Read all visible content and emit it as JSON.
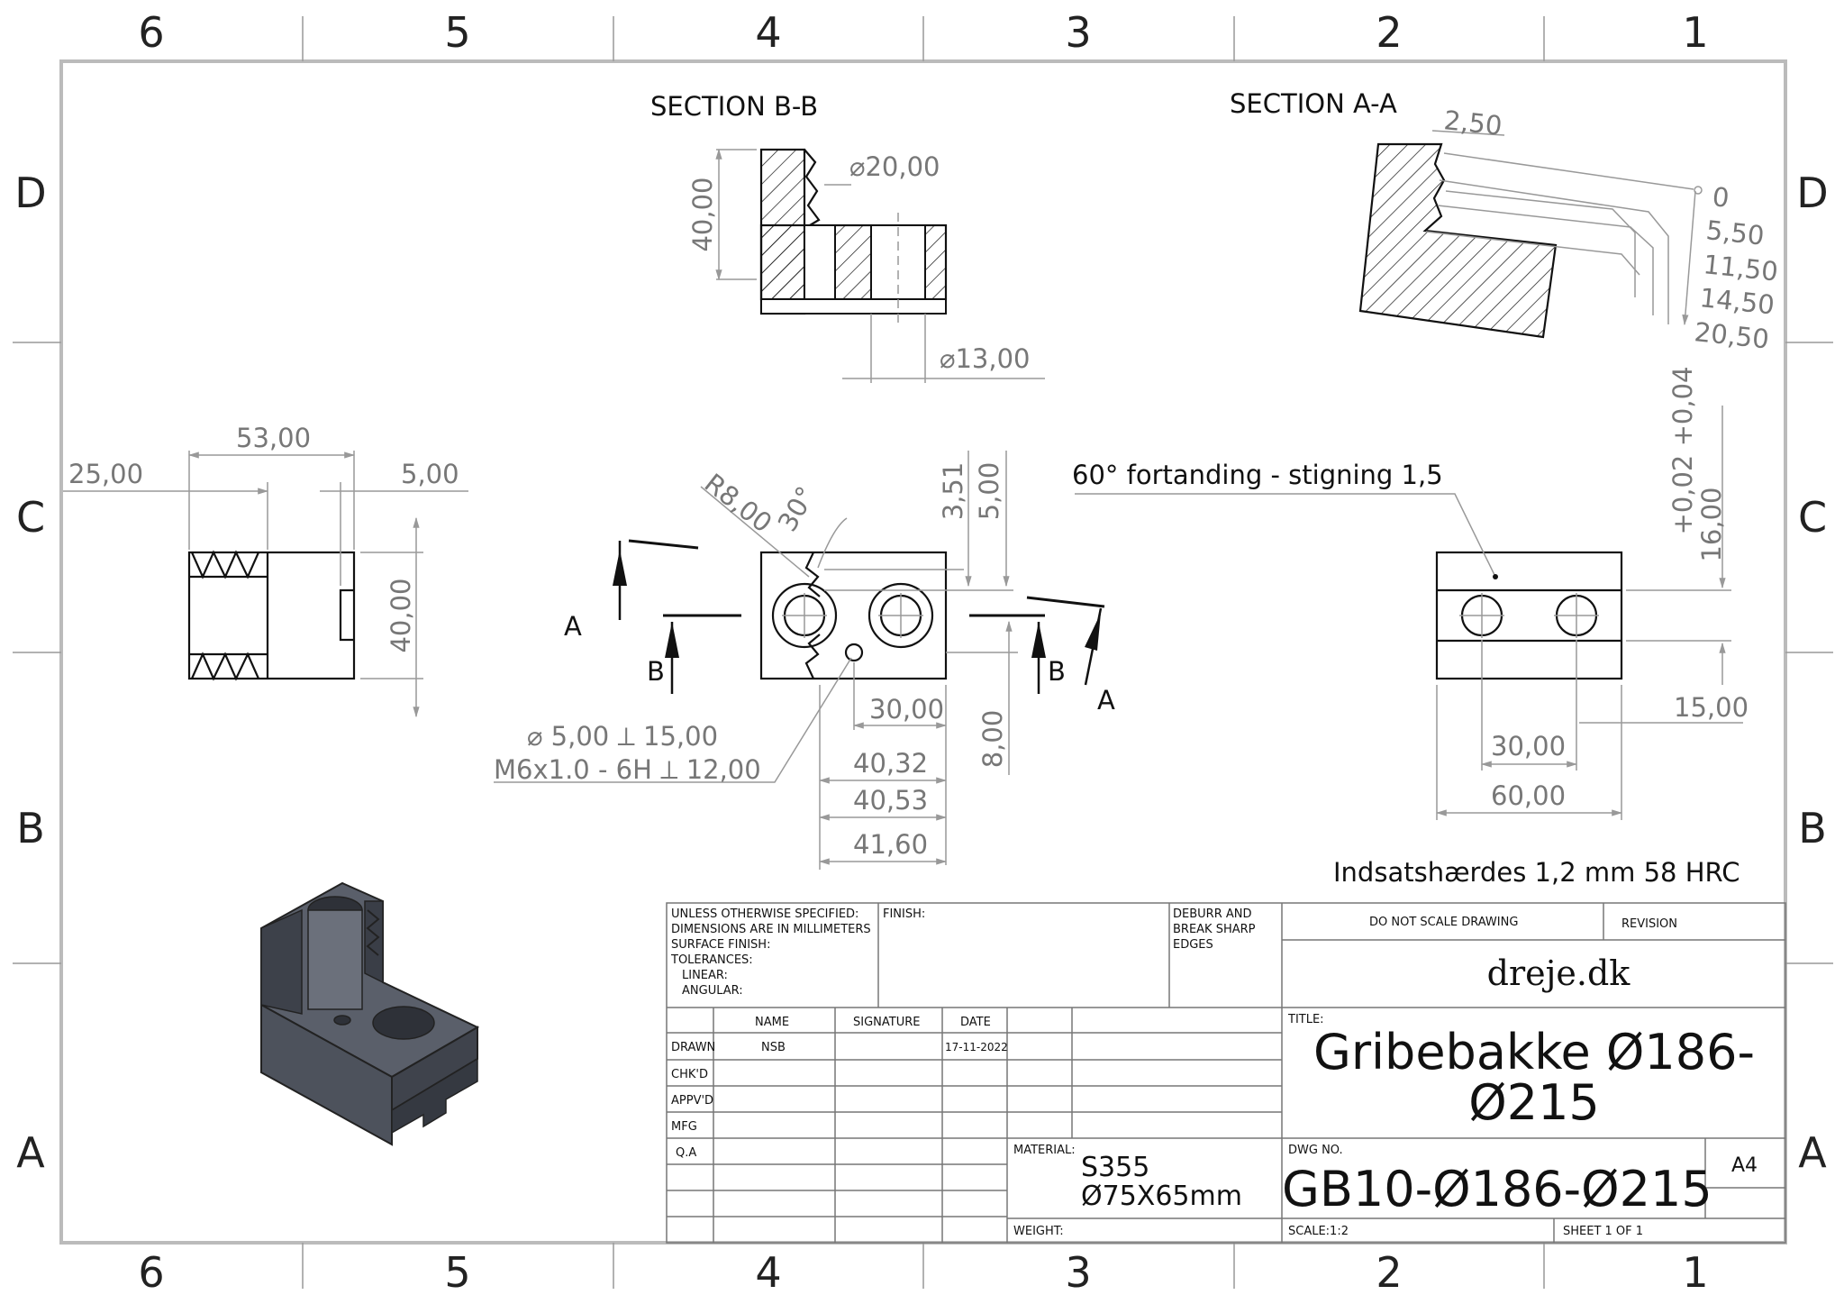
{
  "zones": {
    "columns": [
      "6",
      "5",
      "4",
      "3",
      "2",
      "1"
    ],
    "rows": [
      "D",
      "C",
      "B",
      "A"
    ]
  },
  "views": {
    "section_bb": {
      "title": "SECTION B-B",
      "dims": [
        "40,00",
        "⌀20,00",
        "⌀13,00"
      ]
    },
    "section_aa": {
      "title": "SECTION A-A",
      "dims": [
        "2,50",
        "0",
        "5,50",
        "11,50",
        "14,50",
        "20,50"
      ]
    },
    "side_view": {
      "dims": [
        "53,00",
        "25,00",
        "5,00",
        "40,00"
      ]
    },
    "front_view": {
      "dims": [
        "R8,00",
        "30°",
        "3,51",
        "5,00",
        "8,00",
        "30,00",
        "40,32",
        "40,53",
        "41,60"
      ],
      "hole_callout": [
        "⌀ 5,00 ⟂ 15,00",
        "M6x1.0 - 6H ⟂ 12,00"
      ],
      "section_marks": [
        "A",
        "B",
        "B",
        "A"
      ]
    },
    "right_view": {
      "note": "60° fortanding - stigning 1,5",
      "dims": [
        "+0,02 +0,04",
        "16,00",
        "15,00",
        "30,00",
        "60,00"
      ]
    }
  },
  "hardening_note": "Indsatshærdes 1,2 mm 58 HRC",
  "title_block": {
    "general_tolerances": [
      "UNLESS OTHERWISE SPECIFIED:",
      "DIMENSIONS ARE IN MILLIMETERS",
      "SURFACE FINISH:",
      "TOLERANCES:",
      "LINEAR:",
      "ANGULAR:"
    ],
    "finish_label": "FINISH:",
    "deburr_label": [
      "DEBURR AND",
      "BREAK SHARP",
      "EDGES"
    ],
    "do_not_scale": "DO NOT SCALE DRAWING",
    "revision_label": "REVISION",
    "company": "dreje.dk",
    "header_name": "NAME",
    "header_signature": "SIGNATURE",
    "header_date": "DATE",
    "rows": [
      "DRAWN",
      "CHK'D",
      "APPV'D",
      "MFG",
      "Q.A"
    ],
    "drawn_name": "NSB",
    "drawn_date": "17-11-2022",
    "title_label": "TITLE:",
    "title_line1": "Gribebakke Ø186-",
    "title_line2": "Ø215",
    "material_label": "MATERIAL:",
    "material_line1": "S355",
    "material_line2": "Ø75X65mm",
    "dwg_label": "DWG NO.",
    "dwg_no": "GB10-Ø186-Ø215",
    "size": "A4",
    "weight_label": "WEIGHT:",
    "scale_label": "SCALE:1:2",
    "sheet_label": "SHEET 1 OF 1"
  }
}
